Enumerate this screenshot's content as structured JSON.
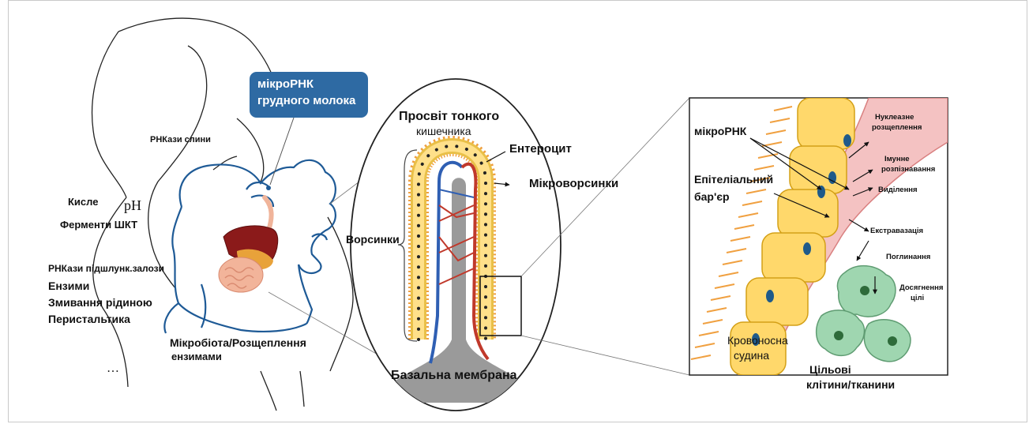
{
  "stomach_panel": {
    "milk_mirna_label": [
      "мікроРНК",
      "грудного молока"
    ],
    "salivary_rnases": "РНКази слини",
    "acidic": "Кисле",
    "ph": "pH",
    "gi_enzymes": "Ферменти ШКТ",
    "pancreatic_rnases": "РНКази підшлунк.залози",
    "enzymes": "Ензими",
    "fluid_washout": "Змивання рідиною",
    "peristalsis": "Перистальтика",
    "microbiota": [
      "Мікробіота/Розщеплення",
      "ензимами"
    ],
    "ellipsis": "…"
  },
  "villus_panel": {
    "lumen": [
      "Просвіт тонкого",
      "кишечника"
    ],
    "enterocyte": "Ентероцит",
    "microvilli": "Мікроворсинки",
    "villi": "Ворсинки",
    "basement_membrane": "Базальна мембрана"
  },
  "detail_panel": {
    "mirna": "мікроРНК",
    "epithelial_barrier": [
      "Епітеліальний",
      "бар'єр"
    ],
    "nuclease_cleavage": [
      "Нуклеазне",
      "розщеплення"
    ],
    "immune_recognition": [
      "Імунне",
      "розпізнавання"
    ],
    "secretion": "Виділення",
    "extravasation": "Екстравазація",
    "uptake": "Поглинання",
    "target_reaching": [
      "Досягнення",
      "цілі"
    ],
    "blood_vessel": [
      "Кровоносна",
      "судина"
    ],
    "target_cells": [
      "Цільові",
      "клітини/тканини"
    ]
  },
  "colors": {
    "box_fill": "#2e6aa3",
    "enterocyte_fill": "#ffd86b",
    "enterocyte_border": "#d4a017",
    "microvilli_orange": "#f0a040",
    "vessel_pink": "#f4c2c2",
    "vessel_border": "#d98080",
    "nucleus_blue": "#1f5a8a",
    "target_cell_green": "#9fd6b0",
    "artery_red": "#c0392b",
    "vein_blue": "#2f5fb3",
    "core_gray": "#9a9a9a",
    "baby_outline": "#1e5a96",
    "liver_brown": "#8b1a1a"
  }
}
